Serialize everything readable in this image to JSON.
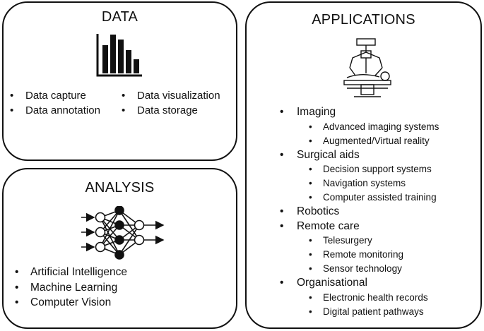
{
  "data_panel": {
    "title": "DATA",
    "icon": "bar-chart-icon",
    "items_col1": [
      "Data capture",
      "Data annotation"
    ],
    "items_col2": [
      "Data visualization",
      "Data storage"
    ]
  },
  "analysis_panel": {
    "title": "ANALYSIS",
    "icon": "neural-network-icon",
    "items": [
      "Artificial Intelligence",
      "Machine Learning",
      "Computer Vision"
    ]
  },
  "applications_panel": {
    "title": "APPLICATIONS",
    "icon": "surgical-robot-icon",
    "categories": [
      {
        "label": "Imaging",
        "items": [
          "Advanced imaging systems",
          "Augmented/Virtual reality"
        ]
      },
      {
        "label": "Surgical aids",
        "items": [
          "Decision support systems",
          "Navigation systems",
          "Computer assisted training"
        ]
      },
      {
        "label": "Robotics",
        "items": []
      },
      {
        "label": "Remote care",
        "items": [
          "Telesurgery",
          "Remote monitoring",
          "Sensor technology"
        ]
      },
      {
        "label": "Organisational",
        "items": [
          "Electronic health records",
          "Digital patient pathways"
        ]
      }
    ]
  }
}
